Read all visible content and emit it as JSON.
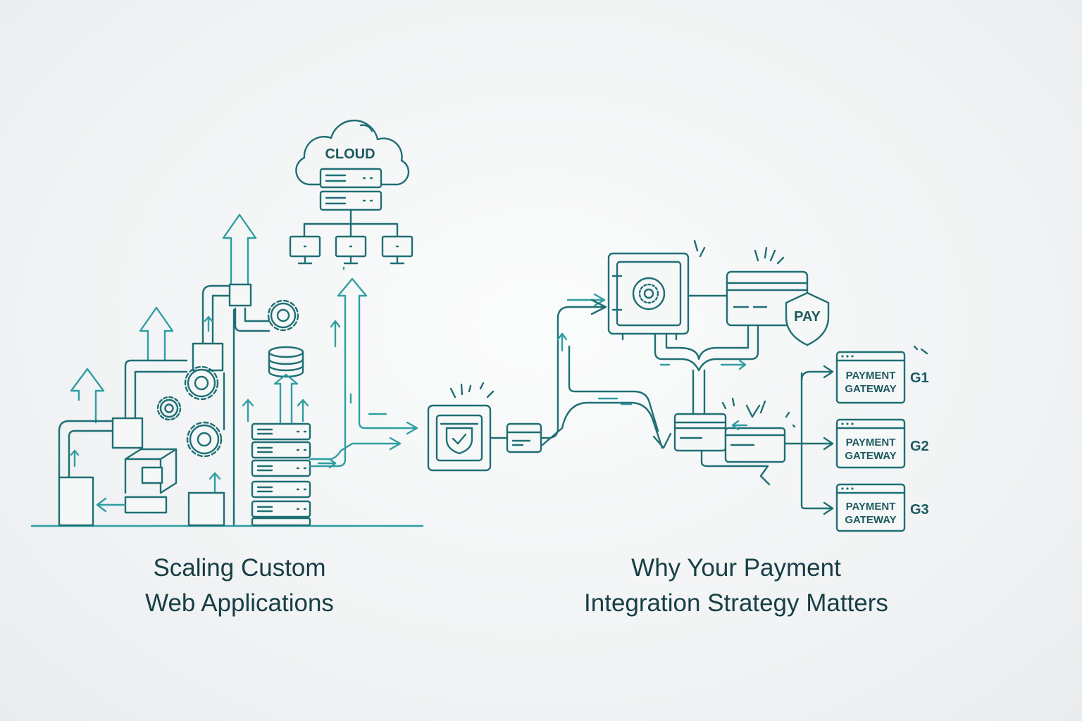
{
  "labels": {
    "cloud": "CLOUD",
    "pay": "PAY",
    "gateways": [
      {
        "line1": "PAYMENT",
        "line2": "GATEWAY",
        "tag": "G1"
      },
      {
        "line1": "PAYMENT",
        "line2": "GATEWAY",
        "tag": "G2"
      },
      {
        "line1": "PAYMENT",
        "line2": "GATEWAY",
        "tag": "G3"
      }
    ]
  },
  "captions": {
    "left": {
      "line1": "Scaling Custom",
      "line2": "Web Applications"
    },
    "right": {
      "line1": "Why Your Payment",
      "line2": "Integration Strategy Matters"
    }
  },
  "colors": {
    "line_dark": "#1f6f74",
    "line_teal": "#2f9ea2",
    "text": "#173e45"
  }
}
